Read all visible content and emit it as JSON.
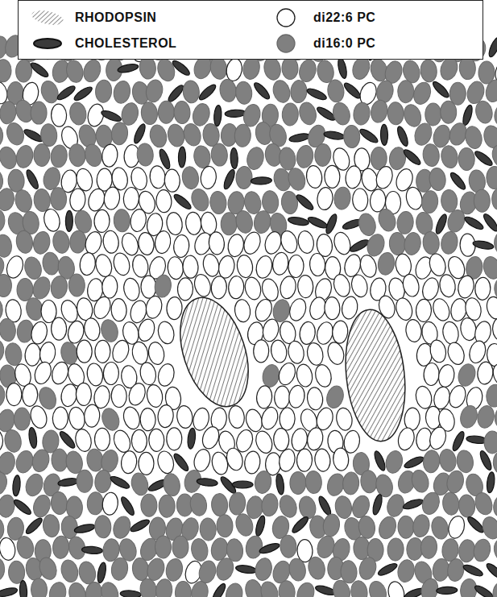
{
  "diagram": {
    "legend": [
      {
        "text": "RHODOPSIN"
      },
      {
        "text": "CHOLESTEROL",
        "color": "#3a3a3a"
      },
      {
        "text": "di22:6 PC",
        "color": "#ffffff"
      },
      {
        "text": "di16:0 PC",
        "color": "#808080"
      }
    ]
  }
}
